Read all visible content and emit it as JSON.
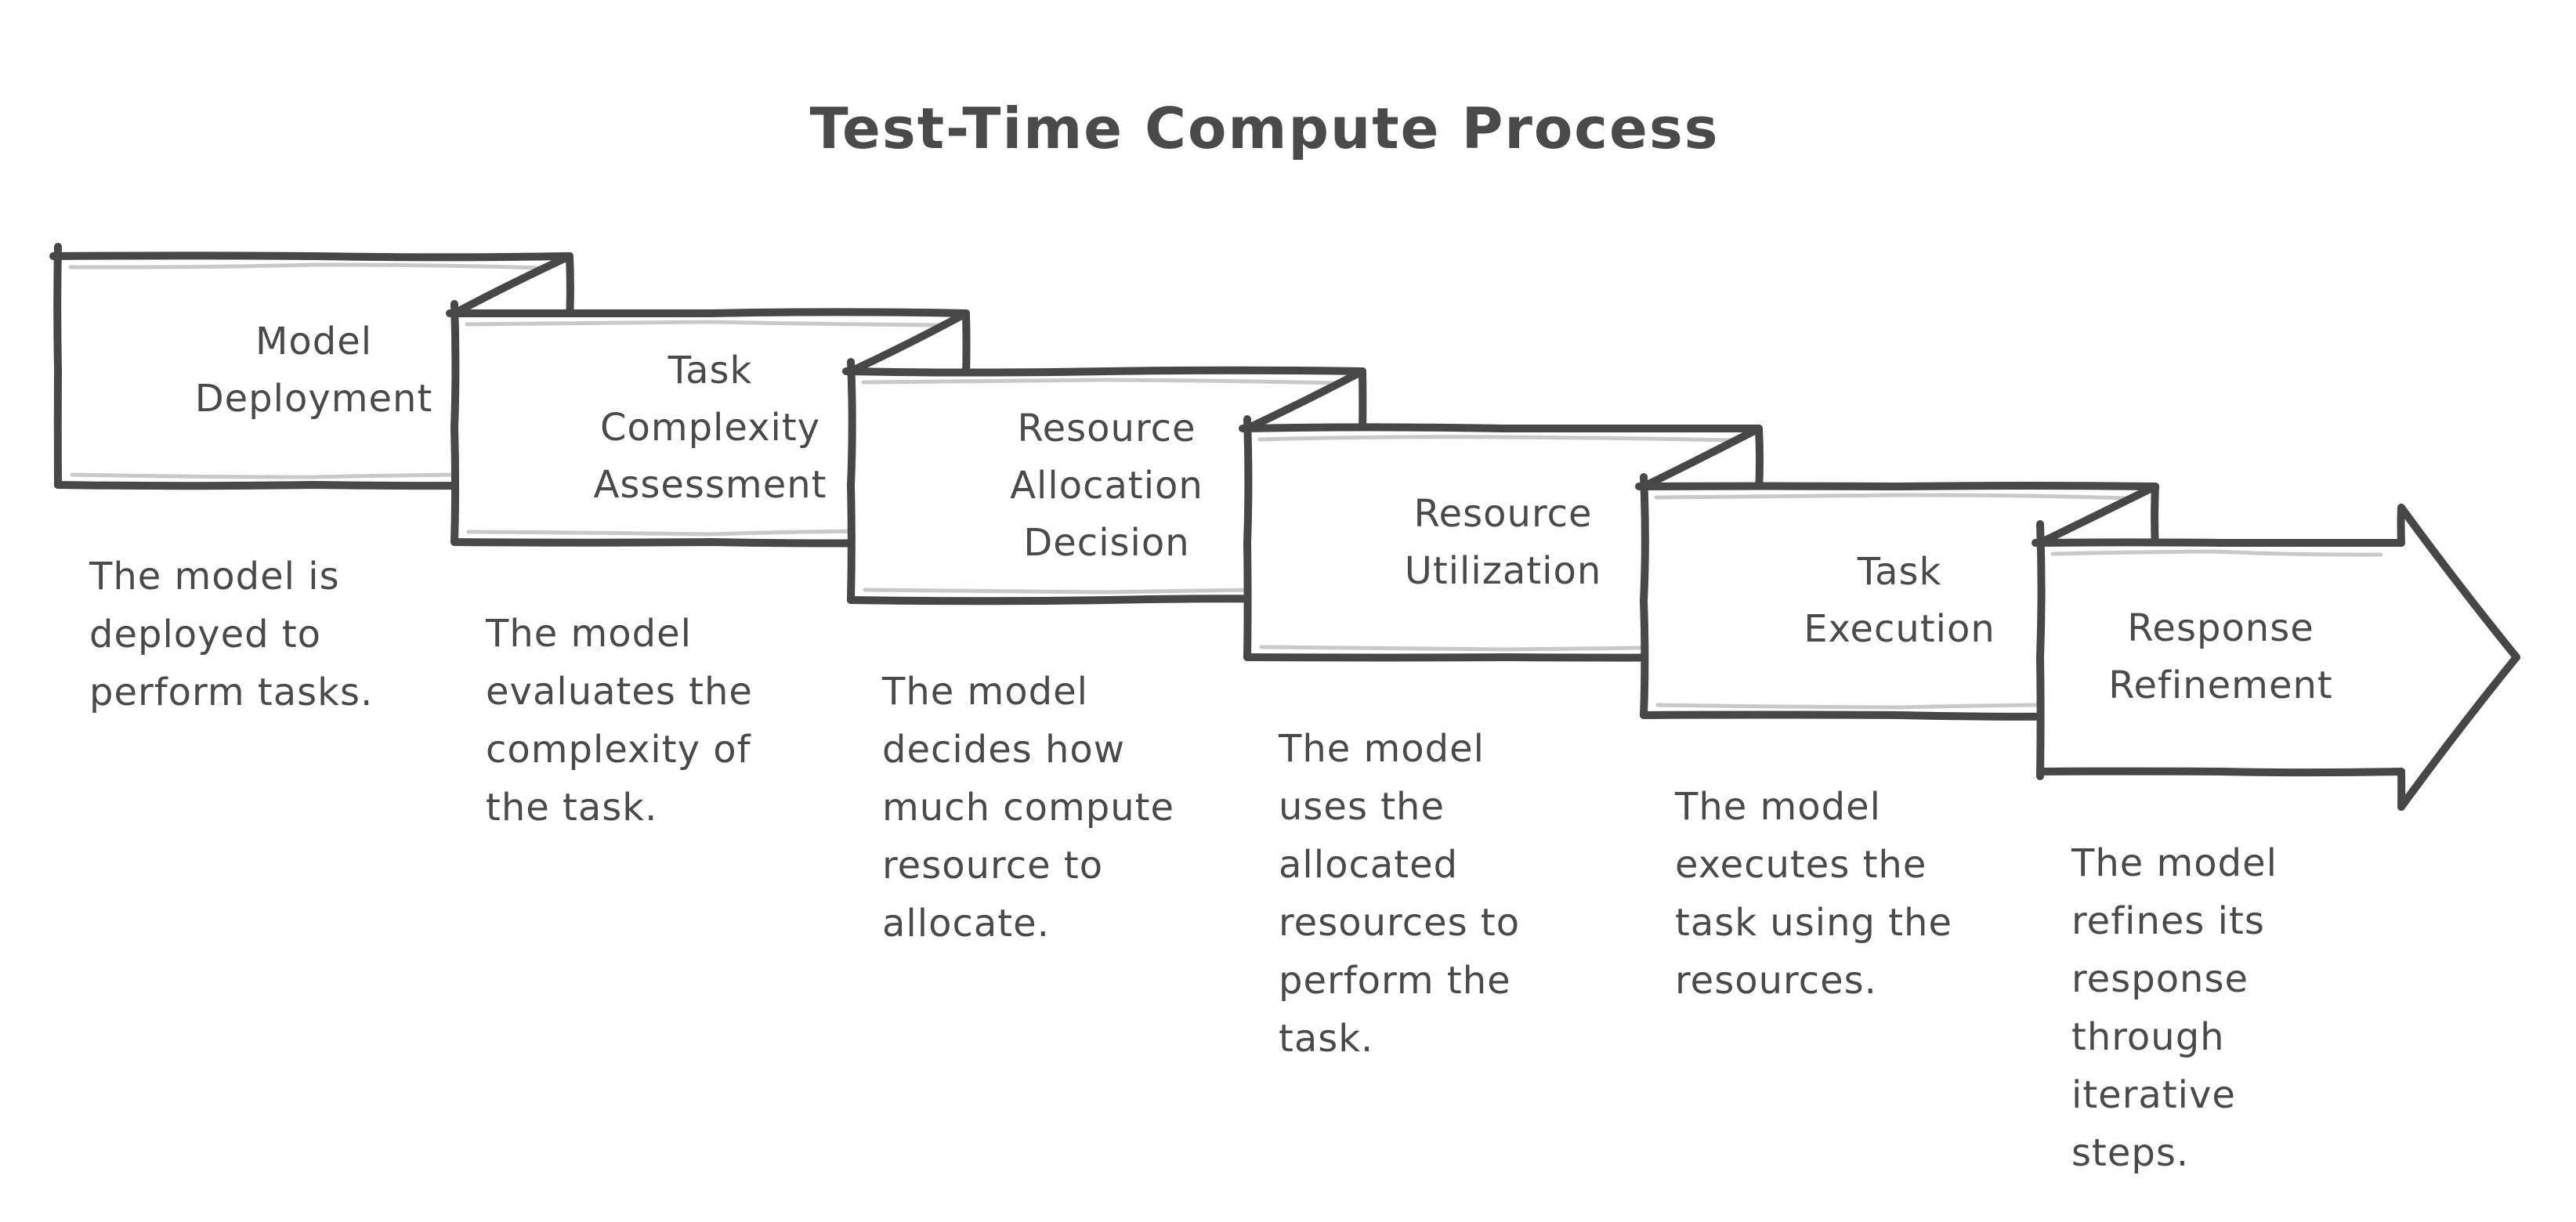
{
  "title": "Test-Time Compute Process",
  "colors": {
    "background": "#ffffff",
    "card_fill": "#ffffff",
    "stroke": "#474747",
    "text": "#4a4a4a",
    "echo": "#c9c9c9"
  },
  "steps": [
    {
      "shape": "card",
      "title": "Model Deployment",
      "title_lines": [
        "Model",
        "Deployment"
      ],
      "description": "The model is deployed to perform tasks.",
      "desc_lines": [
        "The model is",
        "deployed to",
        "perform tasks."
      ]
    },
    {
      "shape": "card",
      "title": "Task Complexity Assessment",
      "title_lines": [
        "Task",
        "Complexity",
        "Assessment"
      ],
      "description": "The model evaluates the complexity of the task.",
      "desc_lines": [
        "The model",
        "evaluates the",
        "complexity of",
        "the task."
      ]
    },
    {
      "shape": "card",
      "title": "Resource Allocation Decision",
      "title_lines": [
        "Resource",
        "Allocation",
        "Decision"
      ],
      "description": "The model decides how much compute resource to allocate.",
      "desc_lines": [
        "The model",
        "decides how",
        "much compute",
        "resource to",
        "allocate."
      ]
    },
    {
      "shape": "card",
      "title": "Resource Utilization",
      "title_lines": [
        "Resource",
        "Utilization"
      ],
      "description": "The model uses the allocated resources to perform the task.",
      "desc_lines": [
        "The model",
        "uses the",
        "allocated",
        "resources to",
        "perform the",
        "task."
      ]
    },
    {
      "shape": "card",
      "title": "Task Execution",
      "title_lines": [
        "Task",
        "Execution"
      ],
      "description": "The model executes the task using the resources.",
      "desc_lines": [
        "The model",
        "executes the",
        "task using the",
        "resources."
      ]
    },
    {
      "shape": "arrow",
      "title": "Response Refinement",
      "title_lines": [
        "Response",
        "Refinement"
      ],
      "description": "The model refines its response through iterative steps.",
      "desc_lines": [
        "The model",
        "refines its",
        "response",
        "through",
        "iterative",
        "steps."
      ]
    }
  ]
}
